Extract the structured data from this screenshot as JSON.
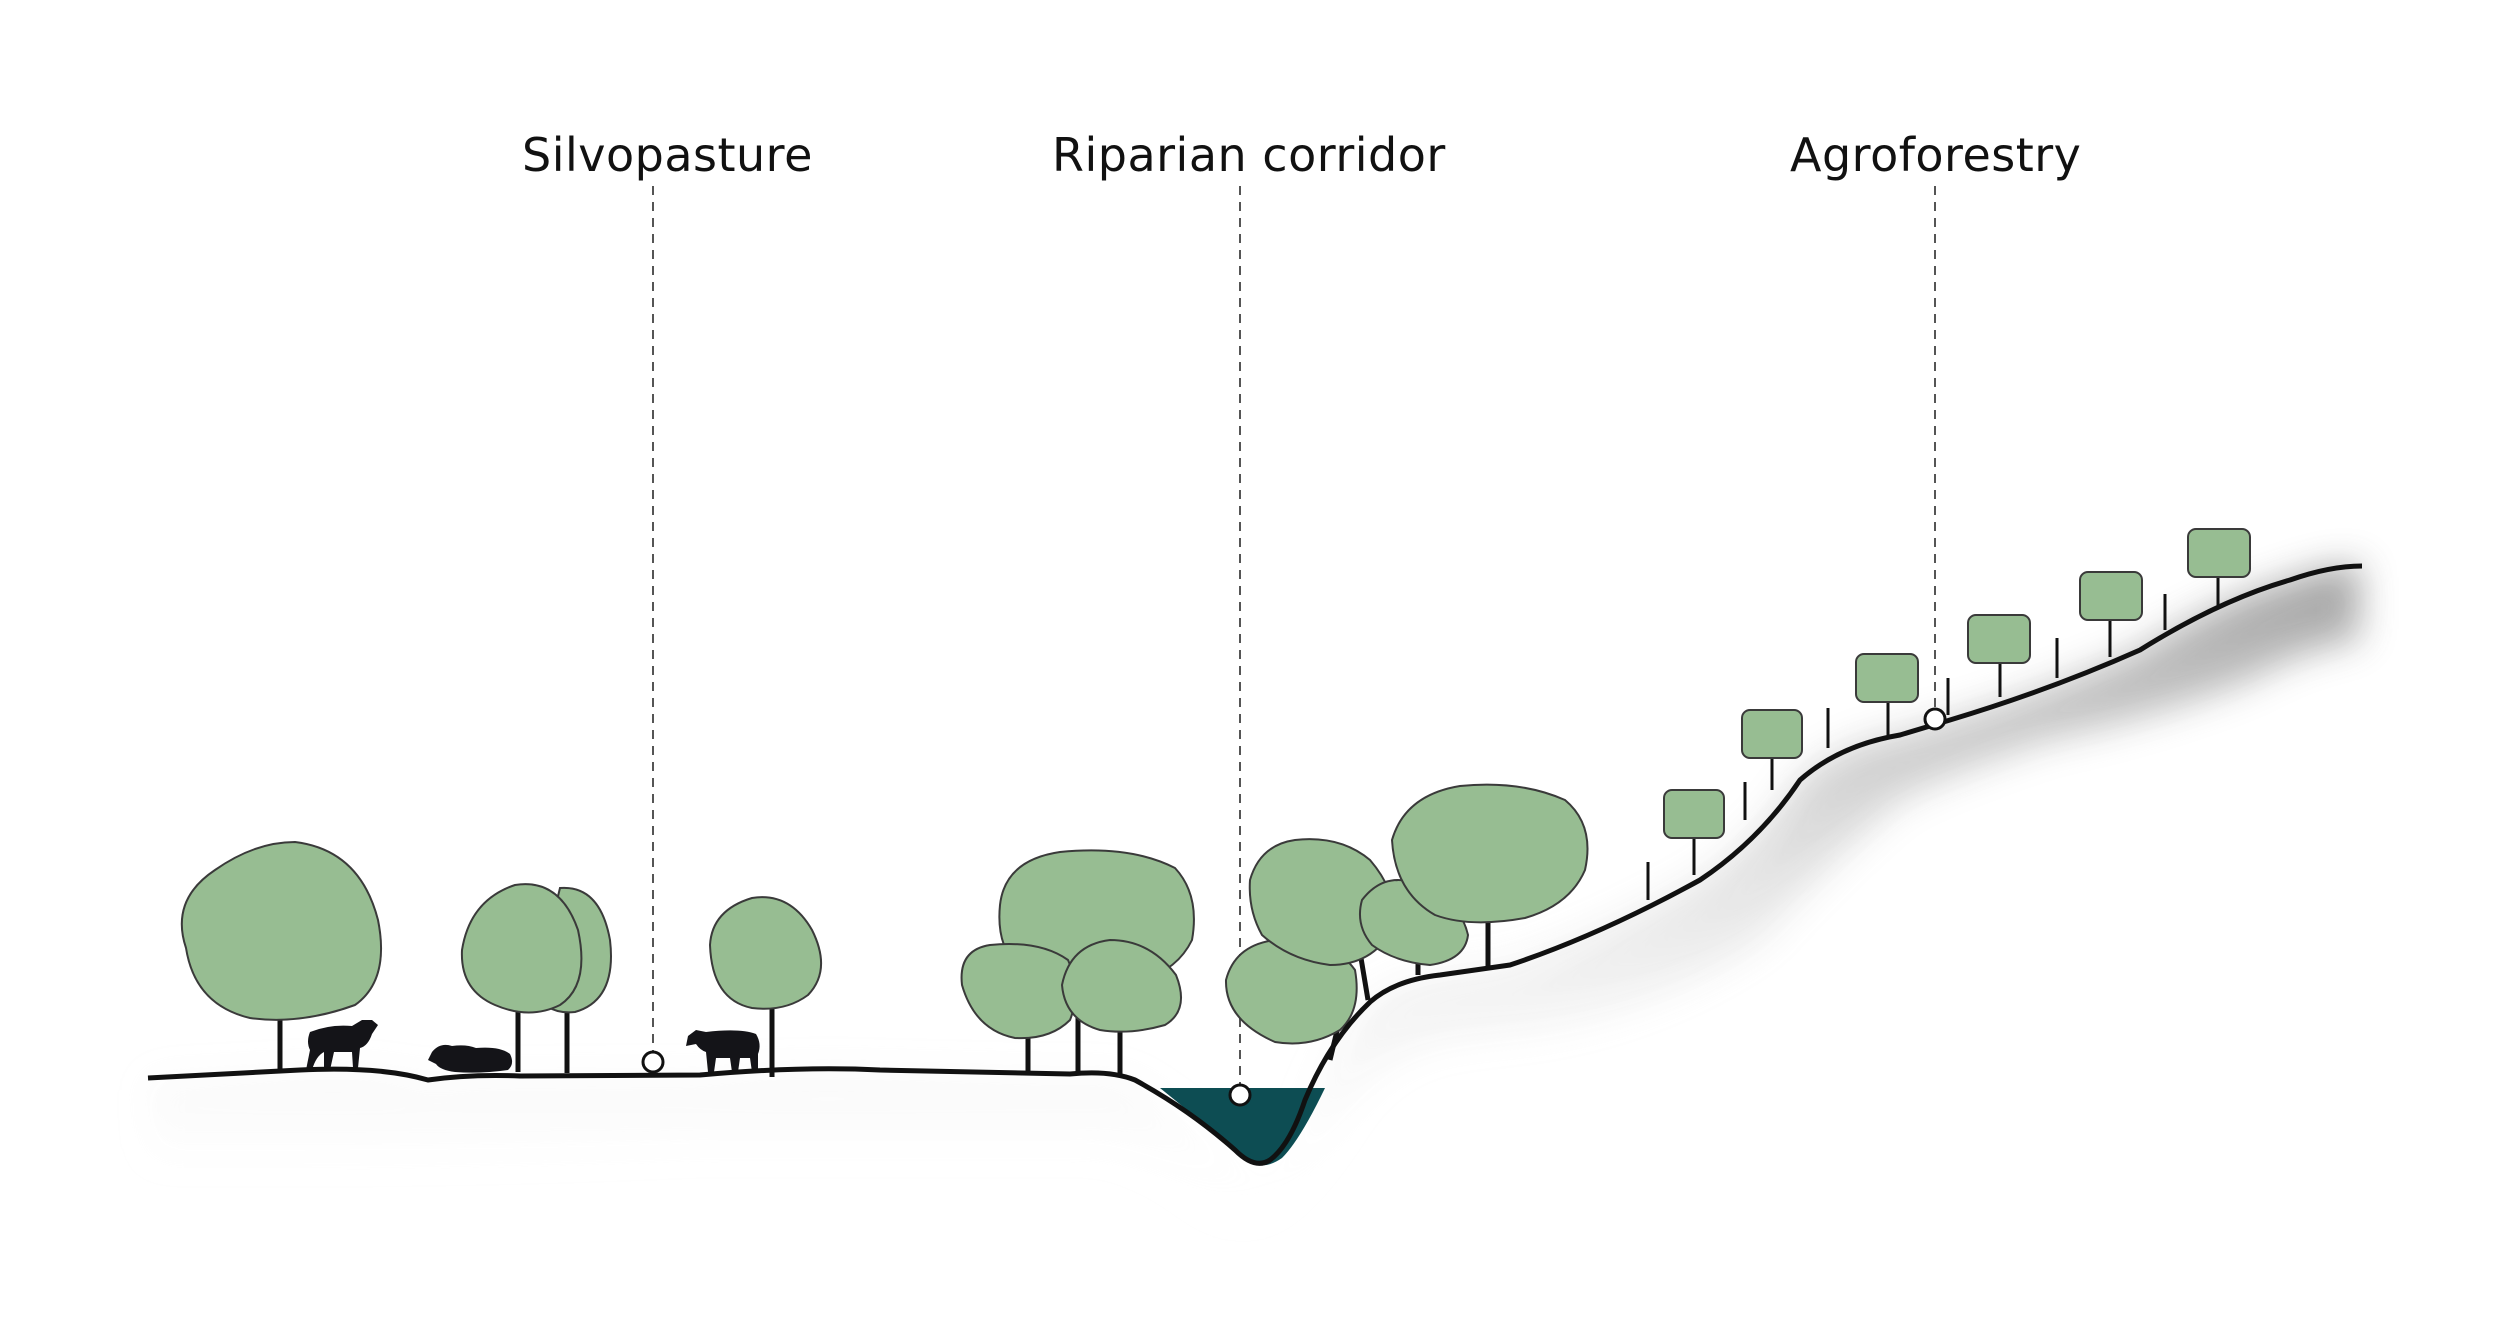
{
  "zones": {
    "silvopasture": "Silvopasture",
    "riparian": "Riparian corridor",
    "agroforestry": "Agroforestry"
  },
  "colors": {
    "foliage": "#97bd92",
    "foliage_stroke": "#3a3a3a",
    "ground_line": "#111111",
    "water": "#0d4d53",
    "leader_line": "#555555",
    "cattle": "#141418"
  },
  "icons": [
    "tree-icon",
    "cow-icon",
    "marker-circle-icon",
    "water-channel"
  ]
}
